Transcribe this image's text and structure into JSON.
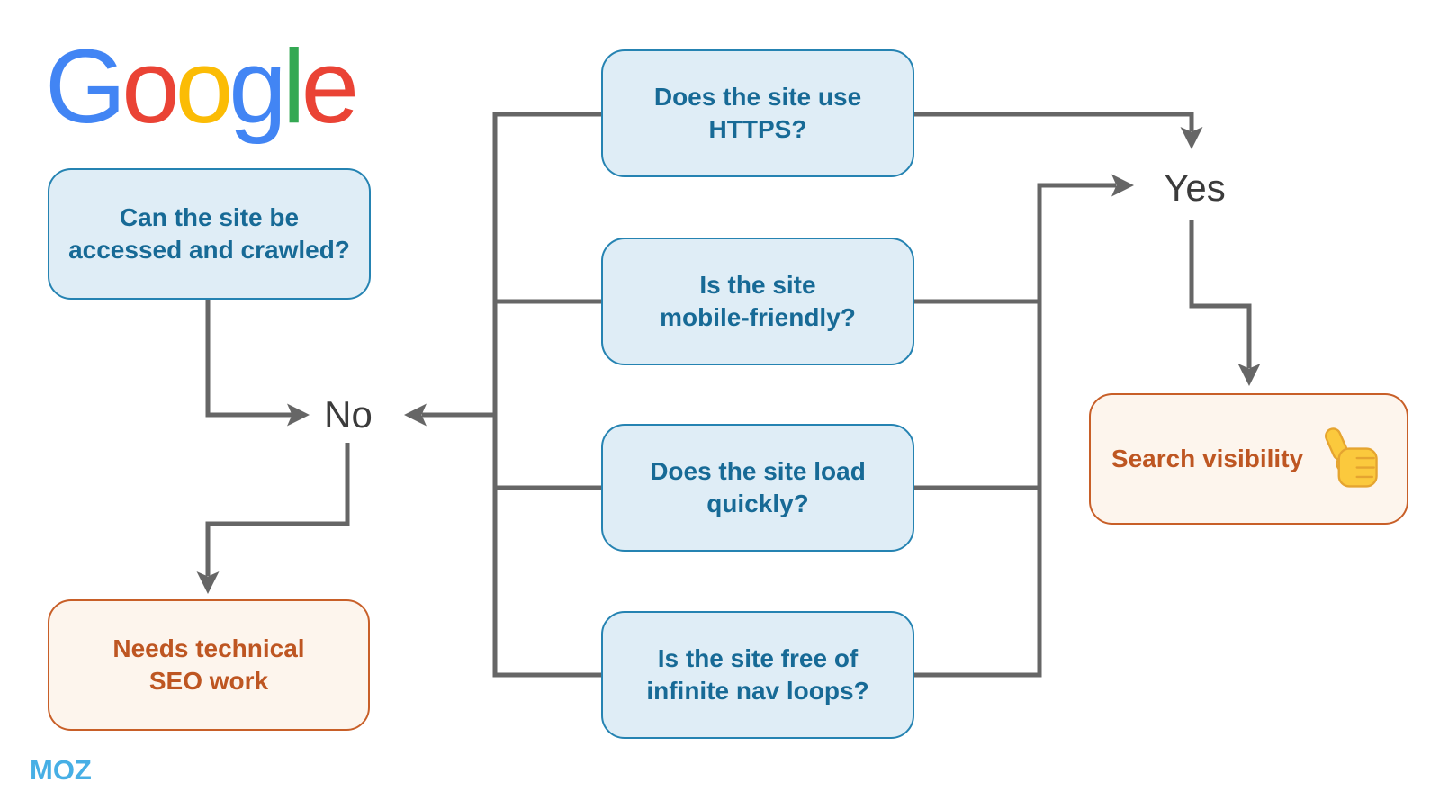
{
  "diagram": {
    "google_logo": {
      "letters": [
        {
          "char": "G",
          "color": "#4285F4"
        },
        {
          "char": "o",
          "color": "#EA4335"
        },
        {
          "char": "o",
          "color": "#FBBC05"
        },
        {
          "char": "g",
          "color": "#4285F4"
        },
        {
          "char": "l",
          "color": "#34A853"
        },
        {
          "char": "e",
          "color": "#EA4335"
        }
      ]
    },
    "nodes": {
      "crawl": {
        "label": "Can the site be\naccessed and crawled?"
      },
      "https": {
        "label": "Does the site use\nHTTPS?"
      },
      "mobile": {
        "label": "Is the site\nmobile-friendly?"
      },
      "speed": {
        "label": "Does the site load\nquickly?"
      },
      "loops": {
        "label": "Is the site free of\ninfinite nav loops?"
      },
      "seo": {
        "label": "Needs technical\nSEO work"
      },
      "visibility": {
        "label": "Search visibility",
        "icon": "thumbs-up-icon"
      }
    },
    "branch_labels": {
      "no": "No",
      "yes": "Yes"
    },
    "footer_logo": {
      "text": "MOZ",
      "color": "#47AFE5"
    },
    "colors": {
      "question_fill": "#DFEDF6",
      "question_border": "#2583B2",
      "question_text": "#176A96",
      "result_fill": "#FDF5ED",
      "result_border": "#C85F28",
      "result_text": "#BE5622",
      "connector": "#666666",
      "branch_label_text": "#3B3B3B",
      "thumb_fill": "#FBC93D",
      "thumb_stroke": "#E5A430"
    }
  }
}
